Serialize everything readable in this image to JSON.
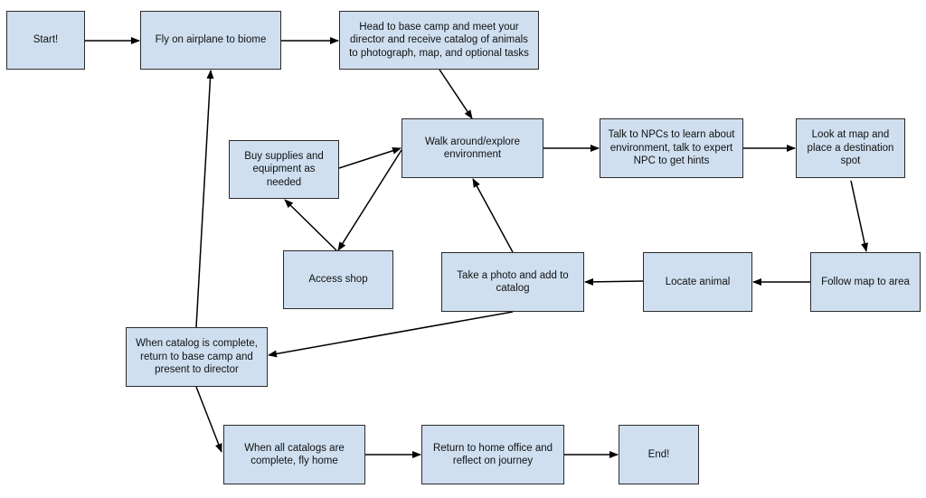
{
  "diagram": {
    "nodes": {
      "start": "Start!",
      "fly": "Fly on airplane to biome",
      "base": "Head to base camp and meet your director and receive catalog of animals to photograph, map, and optional tasks",
      "walk": "Walk around/explore environment",
      "talk": "Talk to NPCs to learn about environment, talk to expert NPC to get hints",
      "look": "Look at map and place a destination spot",
      "buy": "Buy supplies and equipment as needed",
      "shop": "Access shop",
      "photo": "Take a photo and add to catalog",
      "locate": "Locate animal",
      "follow": "Follow map to area",
      "catalog": "When catalog is complete, return to base camp and present to director",
      "allcat": "When all catalogs are complete, fly home",
      "return": "Return to home office and reflect on journey",
      "end": "End!"
    },
    "edges": [
      {
        "from": "start",
        "to": "fly"
      },
      {
        "from": "fly",
        "to": "base"
      },
      {
        "from": "base",
        "to": "walk"
      },
      {
        "from": "walk",
        "to": "talk"
      },
      {
        "from": "talk",
        "to": "look"
      },
      {
        "from": "look",
        "to": "follow"
      },
      {
        "from": "follow",
        "to": "locate"
      },
      {
        "from": "locate",
        "to": "photo"
      },
      {
        "from": "photo",
        "to": "walk"
      },
      {
        "from": "photo",
        "to": "catalog"
      },
      {
        "from": "catalog",
        "to": "fly"
      },
      {
        "from": "catalog",
        "to": "allcat"
      },
      {
        "from": "allcat",
        "to": "return"
      },
      {
        "from": "return",
        "to": "end"
      },
      {
        "from": "buy",
        "to": "walk"
      },
      {
        "from": "walk",
        "to": "shop"
      },
      {
        "from": "shop",
        "to": "buy"
      }
    ],
    "colors": {
      "node_fill": "#cfdff0",
      "node_border": "#2b2b2b",
      "edge": "#000000"
    }
  }
}
